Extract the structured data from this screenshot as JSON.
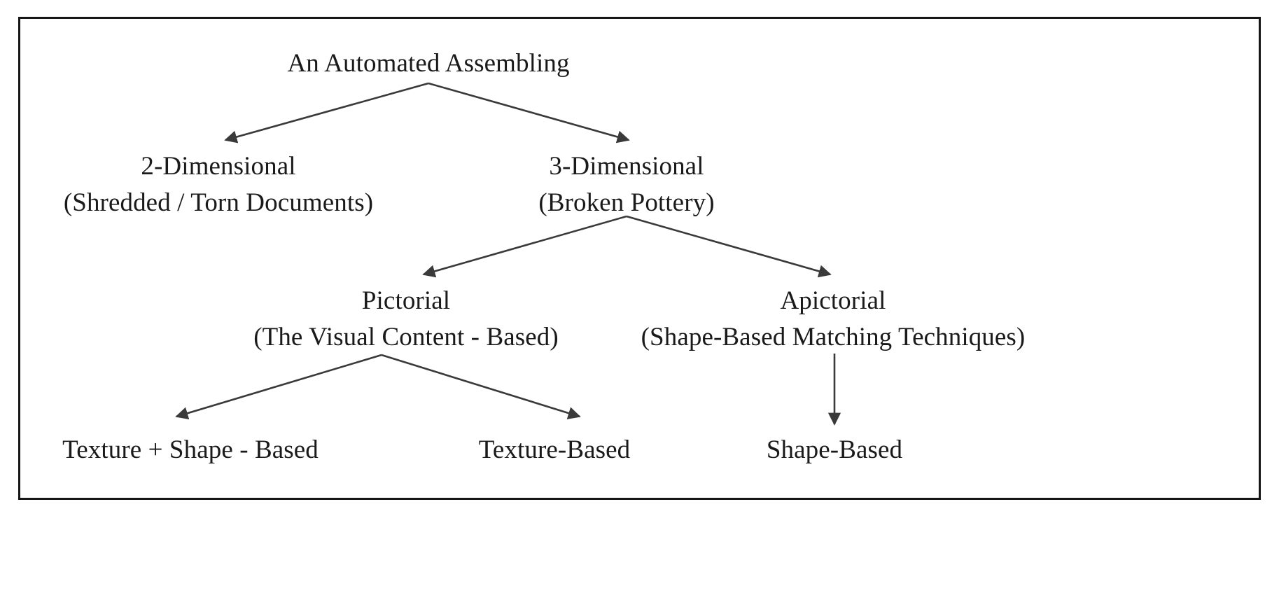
{
  "figure": {
    "type": "hierarchy-tree",
    "background_color": "#ffffff",
    "border_color": "#161616",
    "text_color": "#1a1a1a",
    "edge_color": "#3a3a3a"
  },
  "nodes": {
    "root": {
      "line1": "An Automated Assembling",
      "line2": ""
    },
    "two_dimensional": {
      "line1": "2-Dimensional",
      "line2": "(Shredded / Torn Documents)"
    },
    "three_dimensional": {
      "line1": "3-Dimensional",
      "line2": "(Broken Pottery)"
    },
    "pictorial": {
      "line1": "Pictorial",
      "line2": "(The Visual Content - Based)"
    },
    "apictorial": {
      "line1": "Apictorial",
      "line2": "(Shape-Based Matching Techniques)"
    },
    "texture_shape_based": {
      "line1": "Texture + Shape - Based",
      "line2": ""
    },
    "texture_based": {
      "line1": "Texture-Based",
      "line2": ""
    },
    "shape_based": {
      "line1": "Shape-Based",
      "line2": ""
    }
  }
}
